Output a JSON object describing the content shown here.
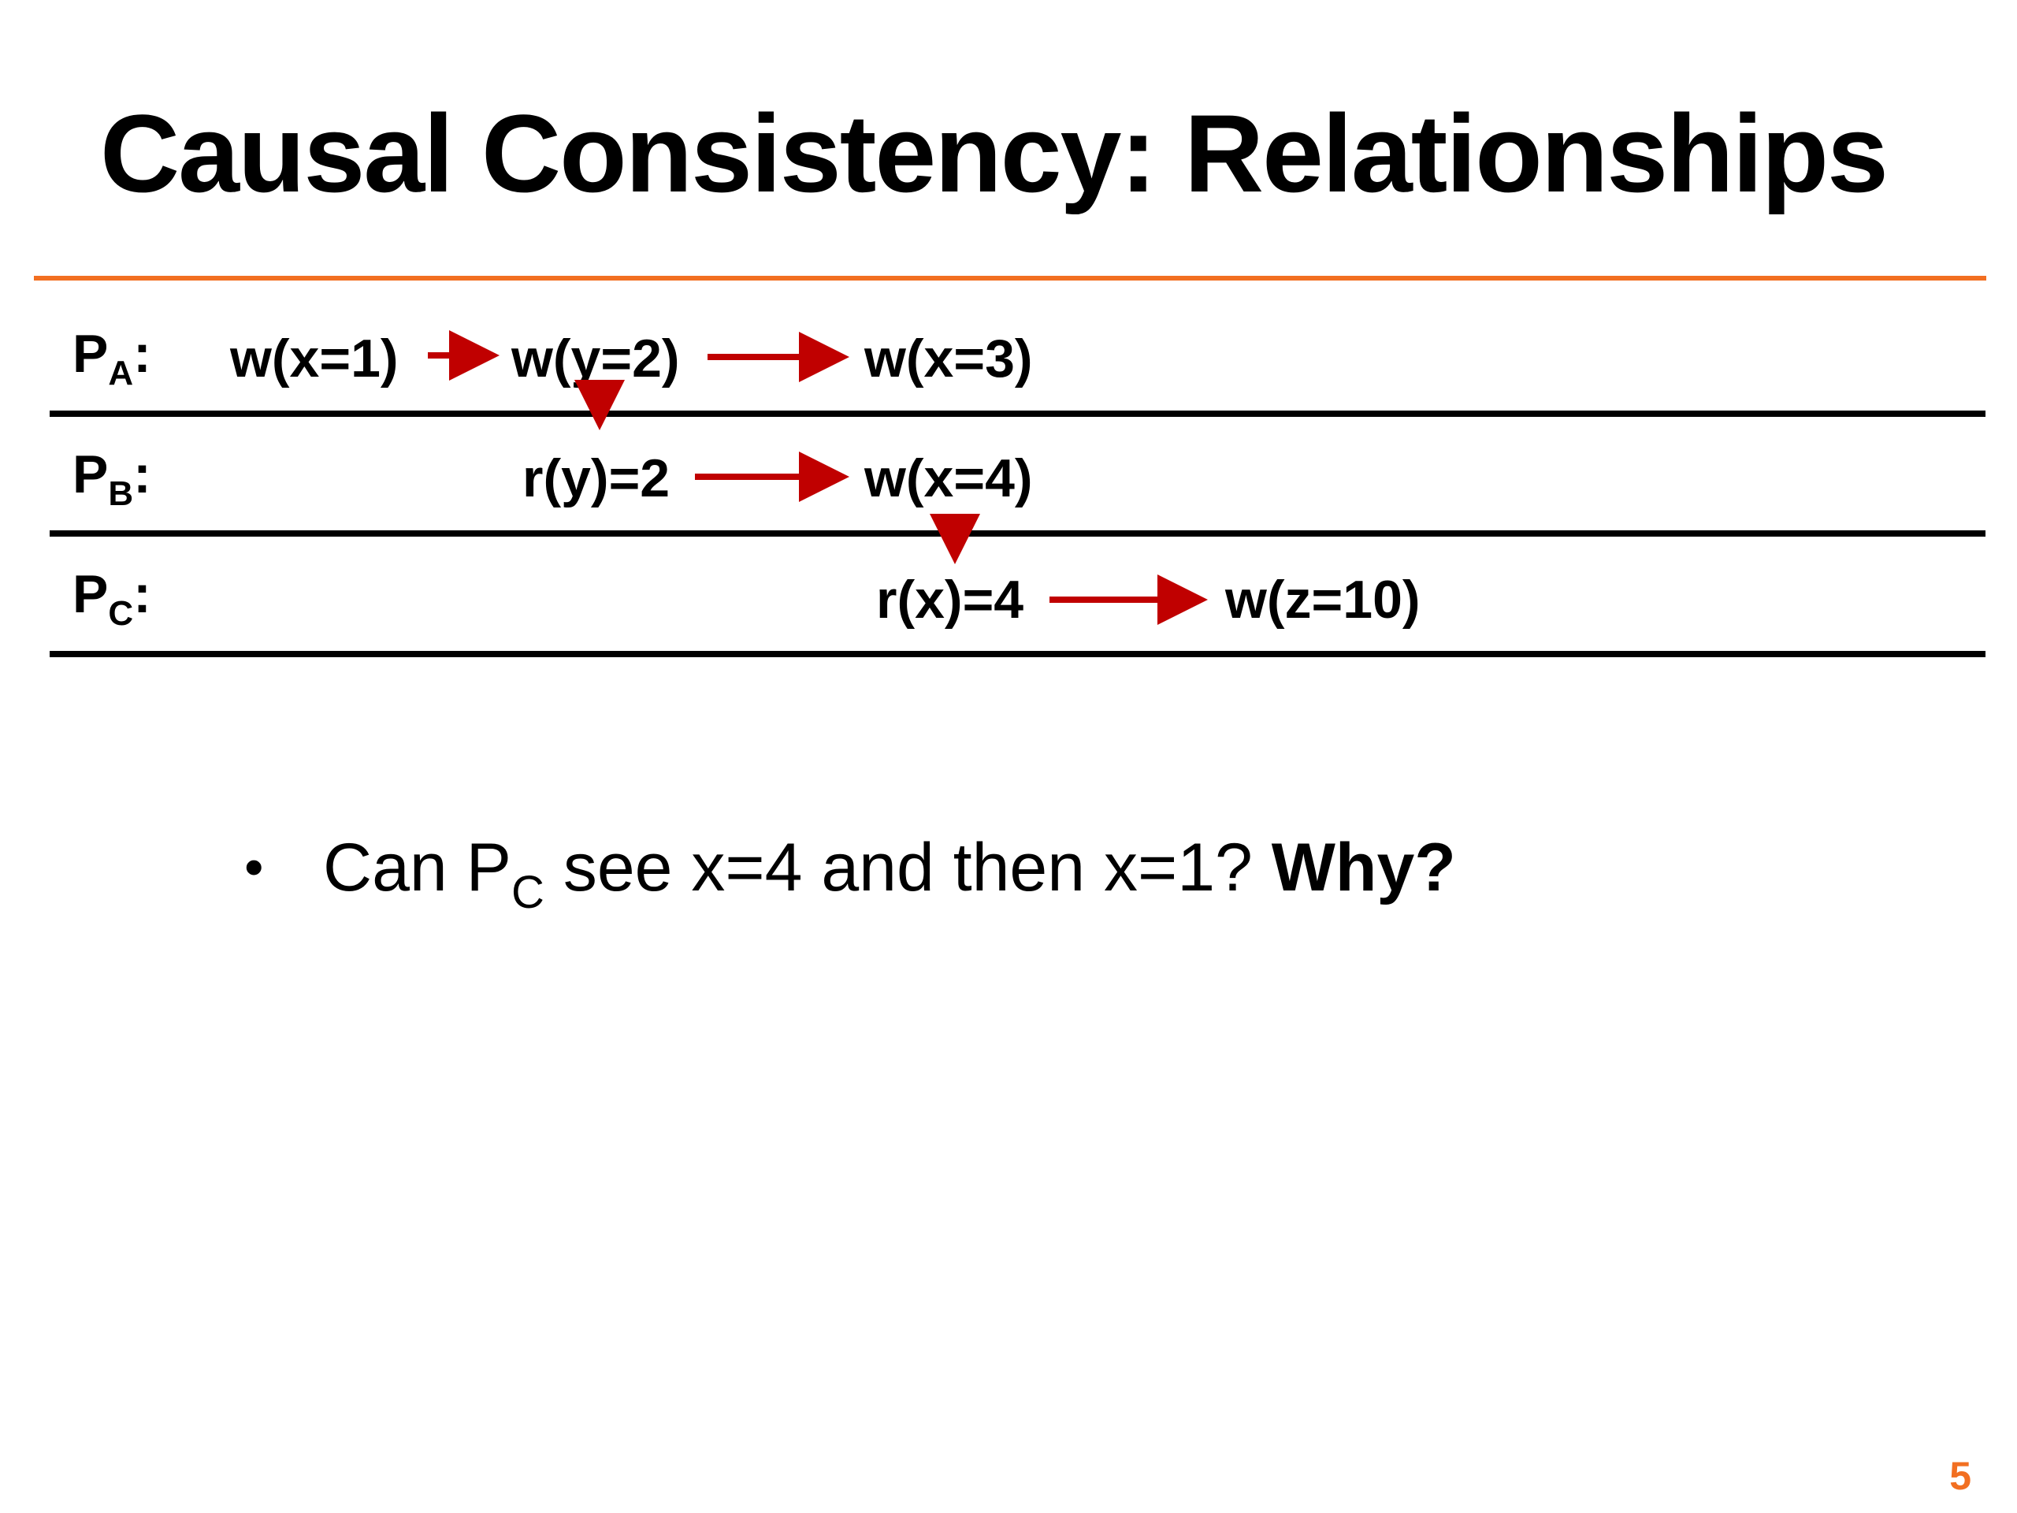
{
  "slide": {
    "title": "Causal Consistency: Relationships",
    "page_number": "5",
    "accent_color": "#f26f21",
    "arrow_color": "#c00000"
  },
  "processes": [
    {
      "label": "P",
      "subscript": "A",
      "suffix": ":",
      "operations": [
        "w(x=1)",
        "w(y=2)",
        "w(x=3)"
      ]
    },
    {
      "label": "P",
      "subscript": "B",
      "suffix": ":",
      "operations": [
        "r(y)=2",
        "w(x=4)"
      ]
    },
    {
      "label": "P",
      "subscript": "C",
      "suffix": ":",
      "operations": [
        "r(x)=4",
        "w(z=10)"
      ]
    }
  ],
  "edges": [
    {
      "from": "w(x=1)",
      "to": "w(y=2)",
      "direction": "right"
    },
    {
      "from": "w(y=2)",
      "to": "w(x=3)",
      "direction": "right"
    },
    {
      "from": "w(y=2)",
      "to": "r(y)=2",
      "direction": "down"
    },
    {
      "from": "r(y)=2",
      "to": "w(x=4)",
      "direction": "right"
    },
    {
      "from": "w(x=4)",
      "to": "r(x)=4",
      "direction": "down"
    },
    {
      "from": "r(x)=4",
      "to": "w(z=10)",
      "direction": "right"
    }
  ],
  "question": {
    "prefix": "Can P",
    "subscript": "C",
    "rest": " see x=4 and then x=1?",
    "emphasis": "Why?"
  }
}
